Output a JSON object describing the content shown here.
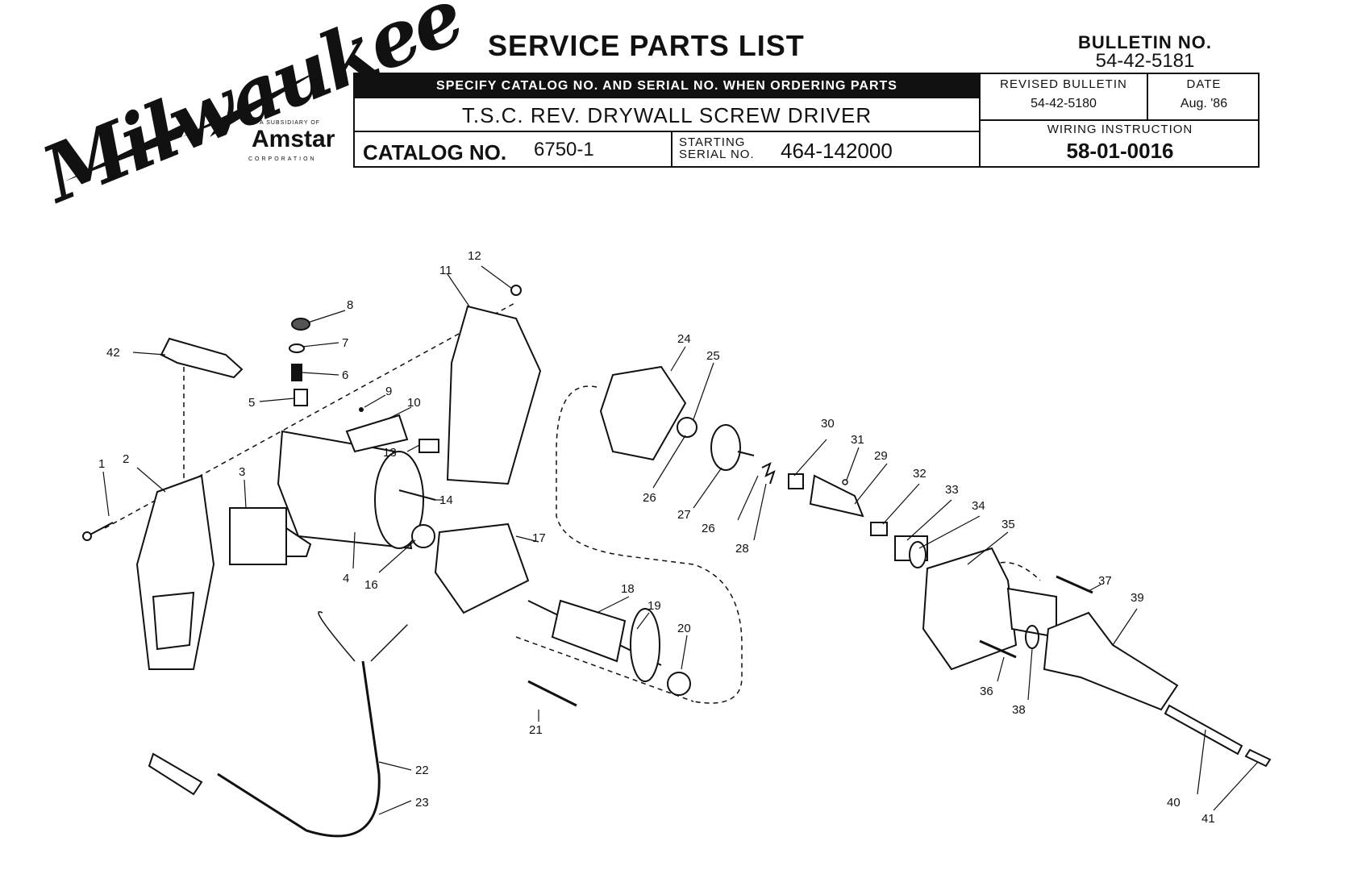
{
  "logo": {
    "wordmark": "Milwaukee",
    "subsidiary": "A SUBSIDIARY OF",
    "parent": "Amstar",
    "corporation": "CORPORATION"
  },
  "header": {
    "title": "SERVICE PARTS LIST",
    "bulletin_label": "BULLETIN NO.",
    "bulletin_no": "54-42-5181",
    "instruction": "SPECIFY CATALOG NO. AND SERIAL NO. WHEN ORDERING PARTS",
    "product_name": "T.S.C. REV. DRYWALL SCREW DRIVER",
    "catalog_label": "CATALOG NO.",
    "catalog_no": "6750-1",
    "serial_label_1": "STARTING",
    "serial_label_2": "SERIAL NO.",
    "serial_no": "464-142000",
    "revised_label": "REVISED BULLETIN",
    "revised_no": "54-42-5180",
    "date_label": "DATE",
    "date": "Aug. '86",
    "wiring_label": "WIRING INSTRUCTION",
    "wiring_no": "58-01-0016"
  },
  "callouts": [
    "1",
    "2",
    "3",
    "4",
    "5",
    "6",
    "7",
    "8",
    "9",
    "10",
    "11",
    "12",
    "13",
    "14",
    "16",
    "17",
    "18",
    "19",
    "20",
    "21",
    "22",
    "23",
    "24",
    "25",
    "26",
    "26",
    "27",
    "28",
    "29",
    "30",
    "31",
    "32",
    "33",
    "34",
    "35",
    "36",
    "37",
    "38",
    "39",
    "40",
    "41",
    "42"
  ]
}
